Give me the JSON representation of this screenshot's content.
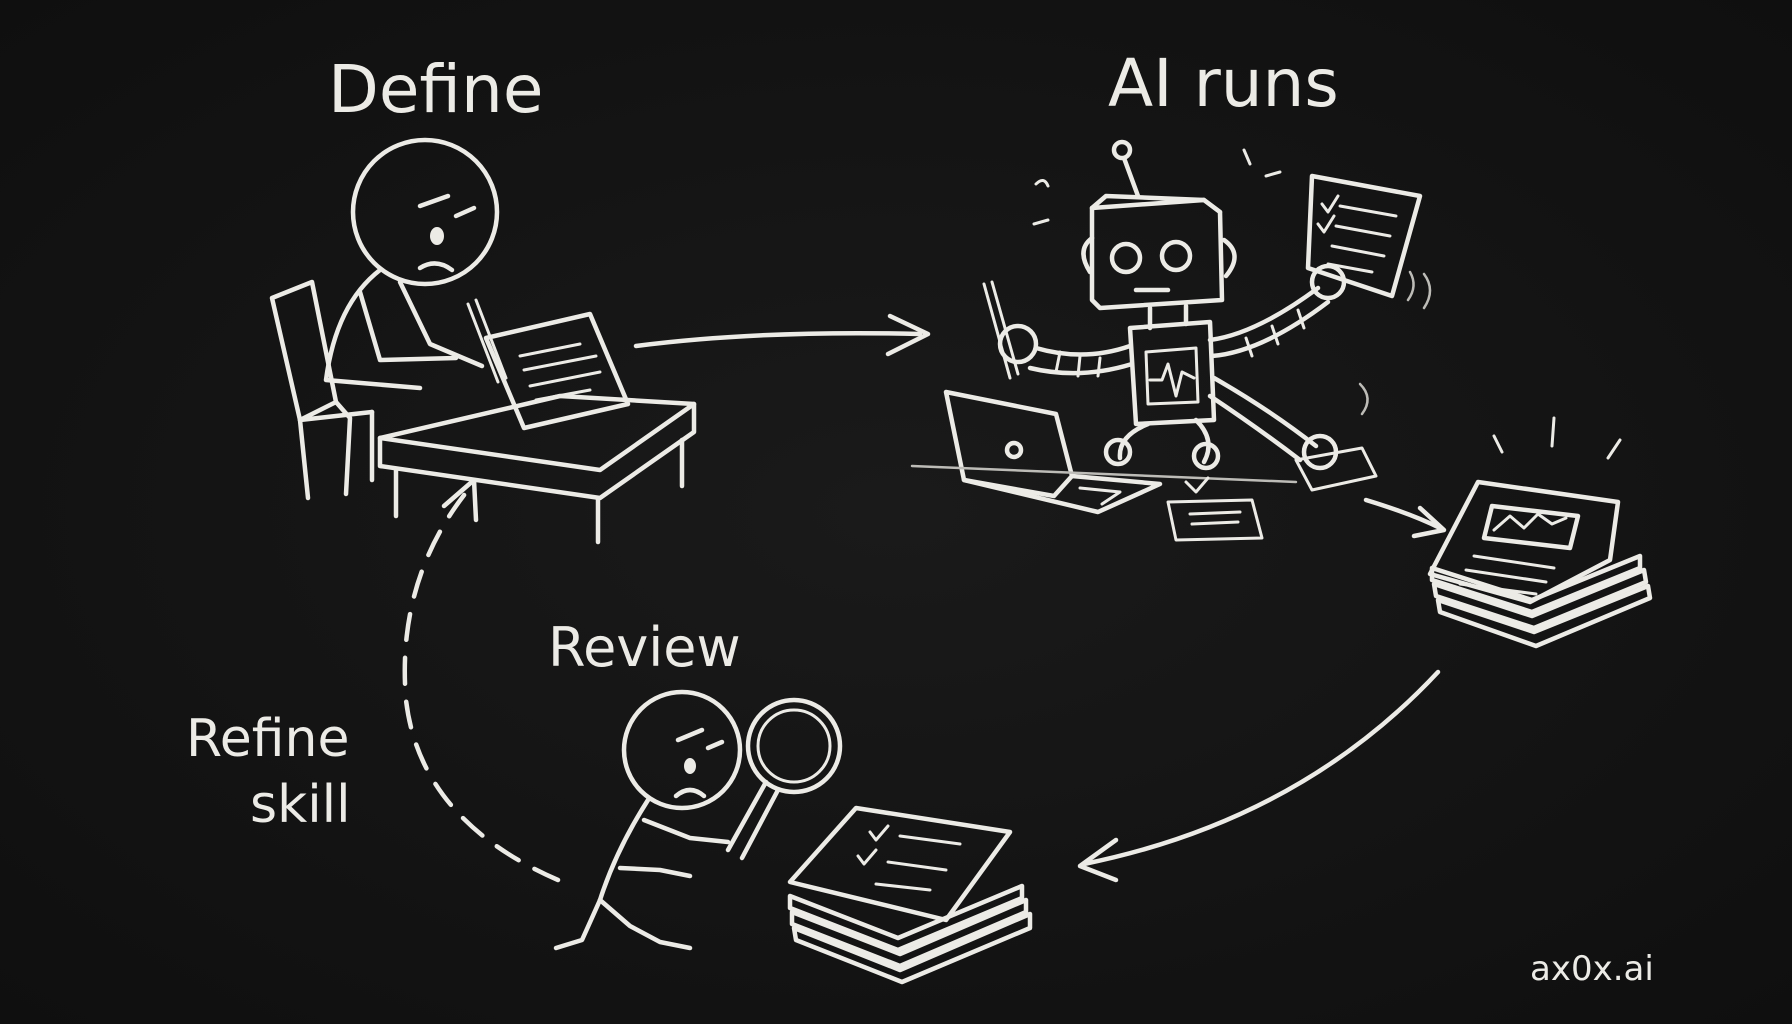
{
  "stages": {
    "define": "Define",
    "ai_runs": "AI runs",
    "review": "Review",
    "refine": [
      "Refine",
      "skill"
    ]
  },
  "watermark": "ax0x.ai",
  "colors": {
    "background": "#141414",
    "chalk": "#ecebe6"
  },
  "icons": [
    "person-at-desk-icon",
    "robot-icon",
    "laptop-icon",
    "document-stack-icon",
    "magnifying-glass-icon",
    "reviewer-icon"
  ]
}
